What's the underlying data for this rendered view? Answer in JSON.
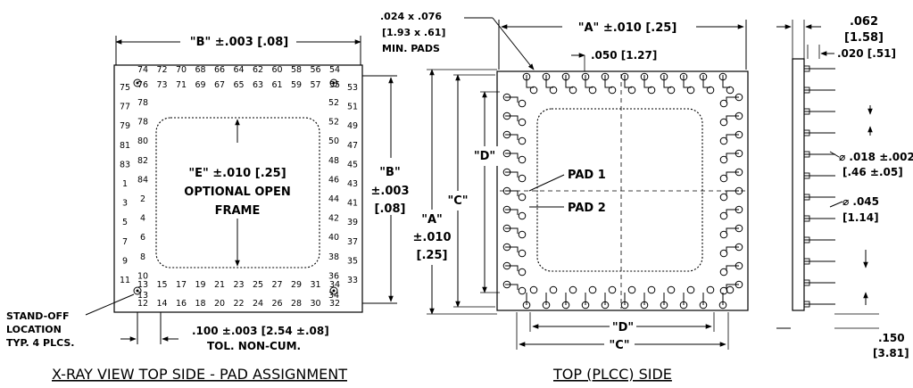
{
  "left_view": {
    "width_dim": "\"B\" ±.003 [.08]",
    "height_dim_1": "\"B\"",
    "height_dim_2": "±.003",
    "height_dim_3": "[.08]",
    "frame_1": "\"E\" ±.010 [.25]",
    "frame_2": "OPTIONAL OPEN",
    "frame_3": "FRAME",
    "standoff_1": "STAND-OFF",
    "standoff_2": "LOCATION",
    "standoff_3": "TYP. 4 PLCS.",
    "pitch_1": ".100 ±.003 [2.54 ±.08]",
    "pitch_2": "TOL. NON-CUM.",
    "caption": "X-RAY VIEW TOP SIDE - PAD ASSIGNMENT",
    "top_outer": [
      "74",
      "72",
      "70",
      "68",
      "66",
      "64",
      "62",
      "60",
      "58",
      "56",
      "54"
    ],
    "top_inner": [
      "76",
      "73",
      "71",
      "69",
      "67",
      "65",
      "63",
      "61",
      "59",
      "57",
      "55"
    ],
    "left_outer": [
      "75",
      "77",
      "79",
      "81",
      "83",
      "1",
      "3",
      "5",
      "7",
      "9",
      "11"
    ],
    "left_inner": [
      "78",
      "78",
      "80",
      "82",
      "84",
      "2",
      "4",
      "6",
      "8",
      "10",
      "13"
    ],
    "right_outer": [
      "53",
      "51",
      "49",
      "47",
      "45",
      "43",
      "41",
      "39",
      "37",
      "35",
      "33"
    ],
    "right_inner": [
      "52",
      "52",
      "50",
      "48",
      "46",
      "44",
      "42",
      "40",
      "38",
      "36",
      "34"
    ],
    "bottom_outer": [
      "12",
      "14",
      "16",
      "18",
      "20",
      "22",
      "24",
      "26",
      "28",
      "30",
      "32"
    ],
    "bottom_inner": [
      "13",
      "15",
      "17",
      "19",
      "21",
      "23",
      "25",
      "27",
      "29",
      "31",
      "34"
    ]
  },
  "middle_view": {
    "pad_size_1": ".024 x .076",
    "pad_size_2": "[1.93 x .61]",
    "pad_size_3": "MIN. PADS",
    "width_a": "\"A\" ±.010 [.25]",
    "pitch": ".050 [1.27]",
    "c_label": "\"C\"",
    "d_label": "\"D\"",
    "a_label": "\"A\"",
    "a_tol": "±.010",
    "a_tol_mm": "[.25]",
    "pad1": "PAD 1",
    "pad2": "PAD 2",
    "bottom_d": "\"D\"",
    "bottom_c": "\"C\"",
    "caption": "TOP (PLCC) SIDE"
  },
  "side_view": {
    "thickness_1": ".062",
    "thickness_2": "[1.58]",
    "standoff_h": ".020 [.51]",
    "pin_dia_1": "⌀ .018 ±.002",
    "pin_dia_2": "[.46 ±.05]",
    "shoulder_1": "⌀ .045",
    "shoulder_2": "[1.14]",
    "pin_len_1": ".150",
    "pin_len_2": "[3.81]"
  }
}
